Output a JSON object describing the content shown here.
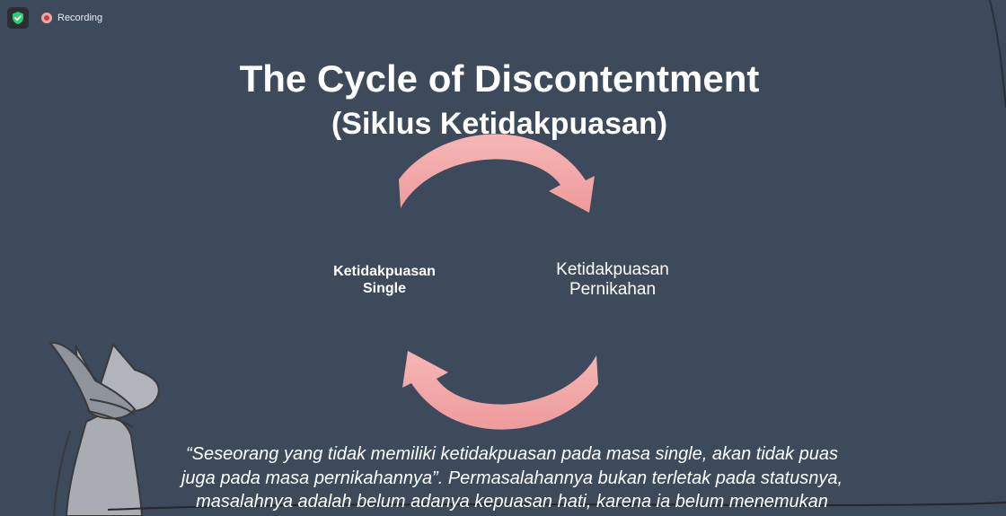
{
  "app": {
    "recording_label": "Recording",
    "icons": {
      "security": "shield-check-icon",
      "recording": "record-dot-icon"
    }
  },
  "slide": {
    "title": "The Cycle of Discontentment",
    "subtitle": "(Siklus Ketidakpuasan)",
    "left_label": [
      "Ketidakpuasan",
      "Single"
    ],
    "right_label": [
      "Ketidakpuasan",
      "Pernikahan"
    ],
    "quote_lines": [
      "“Seseorang yang tidak memiliki ketidakpuasan pada masa single, akan tidak puas",
      "juga pada masa pernikahannya”. Permasalahannya bukan terletak pada statusnya,",
      "masalahnya adalah belum adanya kepuasan hati, karena ia belum menemukan"
    ]
  },
  "colors": {
    "background": "#3d4a5b",
    "arrow_fill": "#f2a3a3",
    "text": "#ffffff",
    "shield_green": "#2ecc71",
    "record_red": "#cf3f3f"
  }
}
